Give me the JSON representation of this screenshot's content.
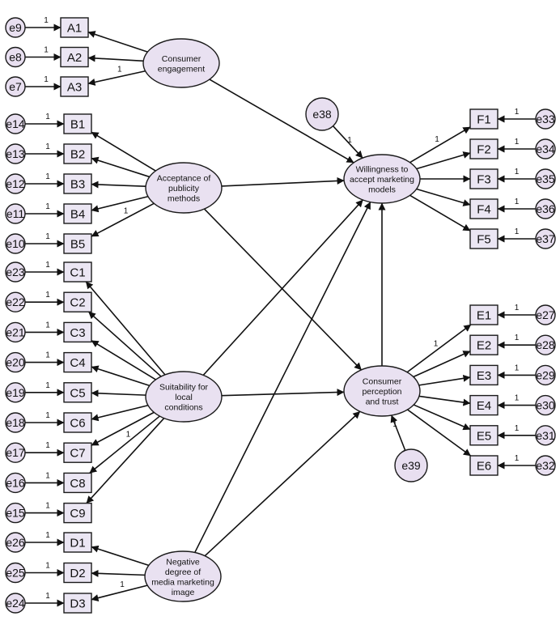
{
  "one_label": "1",
  "latents": [
    {
      "id": "CE",
      "lines": [
        "Consumer",
        "engagement"
      ]
    },
    {
      "id": "AP",
      "lines": [
        "Acceptance of",
        "publicity",
        "methods"
      ]
    },
    {
      "id": "SL",
      "lines": [
        "Suitability for",
        "local",
        "conditions"
      ]
    },
    {
      "id": "NG",
      "lines": [
        "Negative",
        "degree of",
        "media marketing",
        "image"
      ]
    },
    {
      "id": "WA",
      "lines": [
        "Willingness to",
        "accept marketing",
        "models"
      ]
    },
    {
      "id": "CP",
      "lines": [
        "Consumer",
        "perception",
        "and trust"
      ]
    }
  ],
  "indicators": [
    {
      "label": "A1",
      "err": "e9",
      "factor": "CE"
    },
    {
      "label": "A2",
      "err": "e8",
      "factor": "CE"
    },
    {
      "label": "A3",
      "err": "e7",
      "factor": "CE"
    },
    {
      "label": "B1",
      "err": "e14",
      "factor": "AP"
    },
    {
      "label": "B2",
      "err": "e13",
      "factor": "AP"
    },
    {
      "label": "B3",
      "err": "e12",
      "factor": "AP"
    },
    {
      "label": "B4",
      "err": "e11",
      "factor": "AP"
    },
    {
      "label": "B5",
      "err": "e10",
      "factor": "AP"
    },
    {
      "label": "C1",
      "err": "e23",
      "factor": "SL"
    },
    {
      "label": "C2",
      "err": "e22",
      "factor": "SL"
    },
    {
      "label": "C3",
      "err": "e21",
      "factor": "SL"
    },
    {
      "label": "C4",
      "err": "e20",
      "factor": "SL"
    },
    {
      "label": "C5",
      "err": "e19",
      "factor": "SL"
    },
    {
      "label": "C6",
      "err": "e18",
      "factor": "SL"
    },
    {
      "label": "C7",
      "err": "e17",
      "factor": "SL"
    },
    {
      "label": "C8",
      "err": "e16",
      "factor": "SL"
    },
    {
      "label": "C9",
      "err": "e15",
      "factor": "SL"
    },
    {
      "label": "D1",
      "err": "e26",
      "factor": "NG"
    },
    {
      "label": "D2",
      "err": "e25",
      "factor": "NG"
    },
    {
      "label": "D3",
      "err": "e24",
      "factor": "NG"
    },
    {
      "label": "F1",
      "err": "e33",
      "factor": "WA"
    },
    {
      "label": "F2",
      "err": "e34",
      "factor": "WA"
    },
    {
      "label": "F3",
      "err": "e35",
      "factor": "WA"
    },
    {
      "label": "F4",
      "err": "e36",
      "factor": "WA"
    },
    {
      "label": "F5",
      "err": "e37",
      "factor": "WA"
    },
    {
      "label": "E1",
      "err": "e27",
      "factor": "CP"
    },
    {
      "label": "E2",
      "err": "e28",
      "factor": "CP"
    },
    {
      "label": "E3",
      "err": "e29",
      "factor": "CP"
    },
    {
      "label": "E4",
      "err": "e30",
      "factor": "CP"
    },
    {
      "label": "E5",
      "err": "e31",
      "factor": "CP"
    },
    {
      "label": "E6",
      "err": "e32",
      "factor": "CP"
    }
  ],
  "disturbances": [
    {
      "label": "e38",
      "target": "WA"
    },
    {
      "label": "e39",
      "target": "CP"
    }
  ],
  "structural_paths": [
    {
      "from": "CE",
      "to": "WA"
    },
    {
      "from": "AP",
      "to": "WA"
    },
    {
      "from": "AP",
      "to": "CP"
    },
    {
      "from": "SL",
      "to": "WA"
    },
    {
      "from": "SL",
      "to": "CP"
    },
    {
      "from": "NG",
      "to": "WA"
    },
    {
      "from": "NG",
      "to": "CP"
    },
    {
      "from": "CP",
      "to": "WA"
    }
  ]
}
